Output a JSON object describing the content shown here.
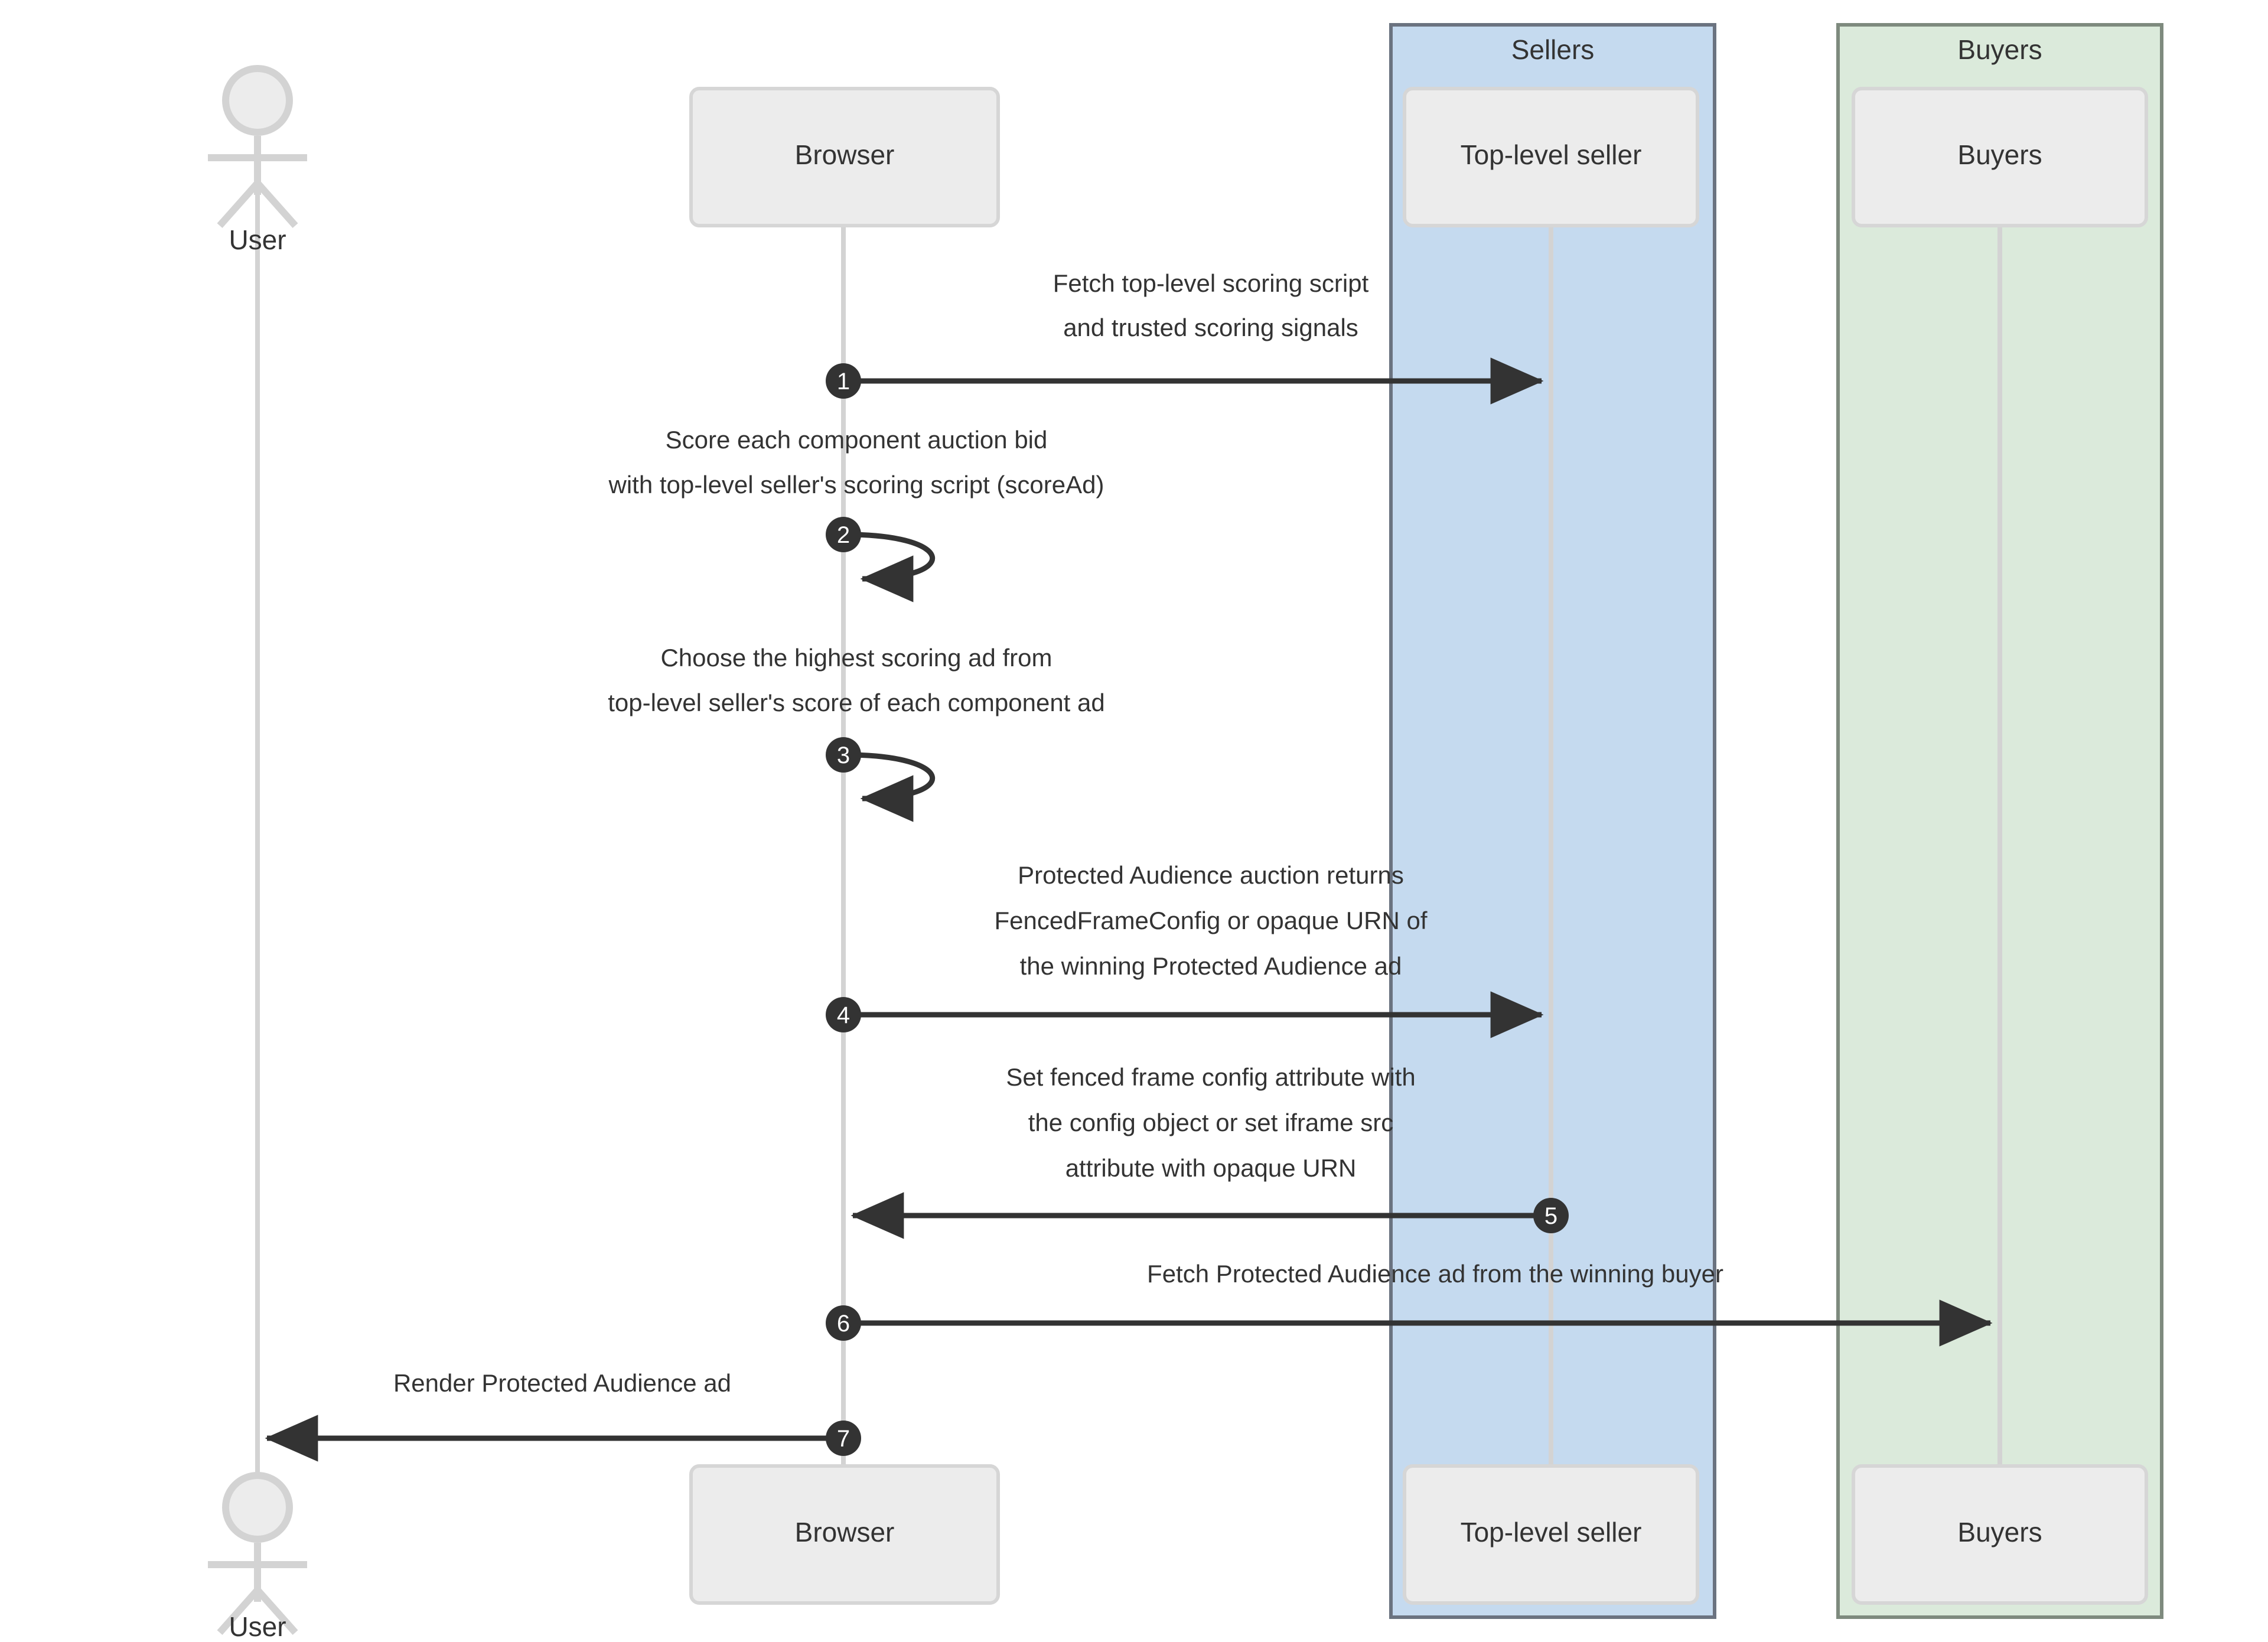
{
  "diagram": {
    "type": "sequence-diagram",
    "title": "Protected Audience top-level auction sequence",
    "colors": {
      "group_seller_fill": "#c5daef",
      "group_seller_stroke": "#6b7380",
      "group_buyer_fill": "#dbeadb",
      "group_buyer_stroke": "#7e8a7e",
      "participant_fill": "#ececec",
      "participant_stroke": "#d6d6d6",
      "lifeline": "#d3d3d3",
      "arrow": "#333333",
      "badge_fill": "#333333",
      "badge_text": "#ffffff",
      "text": "#333333",
      "background": "#ffffff"
    }
  },
  "groups": [
    {
      "id": "sellers",
      "label": "Sellers",
      "fill": "#c5daef",
      "stroke": "#6b7380"
    },
    {
      "id": "buyers",
      "label": "Buyers",
      "fill": "#dbeadb",
      "stroke": "#7e8a7e"
    }
  ],
  "participants": [
    {
      "id": "user",
      "label": "User",
      "kind": "actor"
    },
    {
      "id": "browser",
      "label": "Browser",
      "kind": "box"
    },
    {
      "id": "seller",
      "label": "Top-level seller",
      "kind": "box",
      "group": "sellers"
    },
    {
      "id": "buyers",
      "label": "Buyers",
      "kind": "box",
      "group": "buyers"
    }
  ],
  "messages": [
    {
      "num": "1",
      "from": "browser",
      "to": "seller",
      "direction": "right",
      "kind": "arrow",
      "lines": [
        "Fetch top-level scoring script",
        "and trusted scoring signals"
      ]
    },
    {
      "num": "2",
      "from": "browser",
      "to": "browser",
      "direction": "self",
      "kind": "self-loop",
      "lines": [
        "Score each component auction bid",
        "with top-level seller's scoring script (scoreAd)"
      ]
    },
    {
      "num": "3",
      "from": "browser",
      "to": "browser",
      "direction": "self",
      "kind": "self-loop",
      "lines": [
        "Choose the highest scoring ad from",
        "top-level seller's score of each component ad"
      ]
    },
    {
      "num": "4",
      "from": "browser",
      "to": "seller",
      "direction": "right",
      "kind": "arrow",
      "lines": [
        "Protected Audience auction returns",
        "FencedFrameConfig or opaque URN of",
        "the winning Protected Audience ad"
      ]
    },
    {
      "num": "5",
      "from": "seller",
      "to": "browser",
      "direction": "left",
      "kind": "arrow",
      "lines": [
        "Set fenced frame config attribute with",
        "the config object or set iframe src",
        "attribute with opaque URN"
      ]
    },
    {
      "num": "6",
      "from": "browser",
      "to": "buyers",
      "direction": "right",
      "kind": "arrow",
      "lines": [
        "Fetch Protected Audience ad from the winning buyer"
      ]
    },
    {
      "num": "7",
      "from": "browser",
      "to": "user",
      "direction": "left",
      "kind": "arrow",
      "lines": [
        "Render Protected Audience ad"
      ]
    }
  ]
}
